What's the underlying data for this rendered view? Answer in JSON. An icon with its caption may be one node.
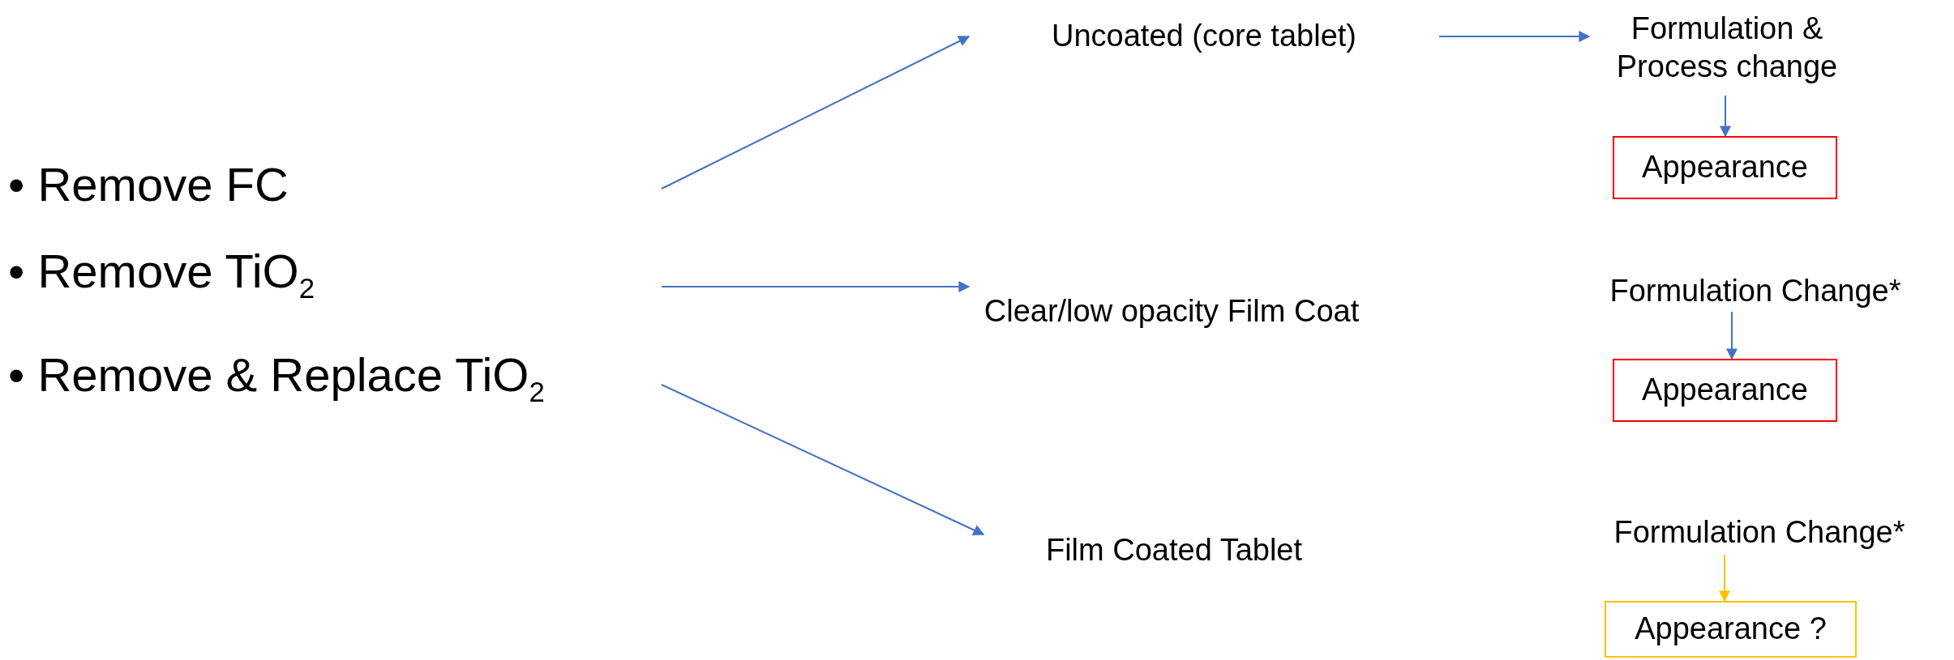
{
  "diagram": {
    "nodes": [
      {
        "text": [
          "• Remove FC",
          "• Remove TiO$_{2}$",
          "• Remove & Replace TiO$_{2}$"
        ]
      },
      {
        "text": [
          "Uncoated (core tablet)"
        ]
      },
      {
        "text": [
          "Clear/low opacity Film Coat"
        ]
      },
      {
        "text": [
          "Film Coated Tablet"
        ]
      },
      {
        "text": [
          "Formulation & Process change"
        ]
      },
      {
        "text": [
          "Appearance"
        ]
      },
      {
        "text": [
          "Formulation Change*"
        ]
      },
      {
        "text": [
          "Appearance"
        ]
      },
      {
        "text": [
          "Formulation Change*"
        ]
      },
      {
        "text": [
          "Appearance ?"
        ]
      }
    ],
    "edges": [
      {
        "from": null,
        "to": 1,
        "arrow": "to"
      },
      {
        "from": null,
        "to": 2,
        "arrow": "to"
      },
      {
        "from": null,
        "to": 3,
        "arrow": "to"
      },
      {
        "from": 1,
        "to": 4,
        "arrow": "to"
      },
      {
        "from": 4,
        "to": 5,
        "arrow": "to"
      },
      {
        "from": 6,
        "to": 7,
        "arrow": "to"
      },
      {
        "from": 8,
        "to": 9,
        "arrow": "to",
        "color": "#ffc000"
      }
    ]
  }
}
